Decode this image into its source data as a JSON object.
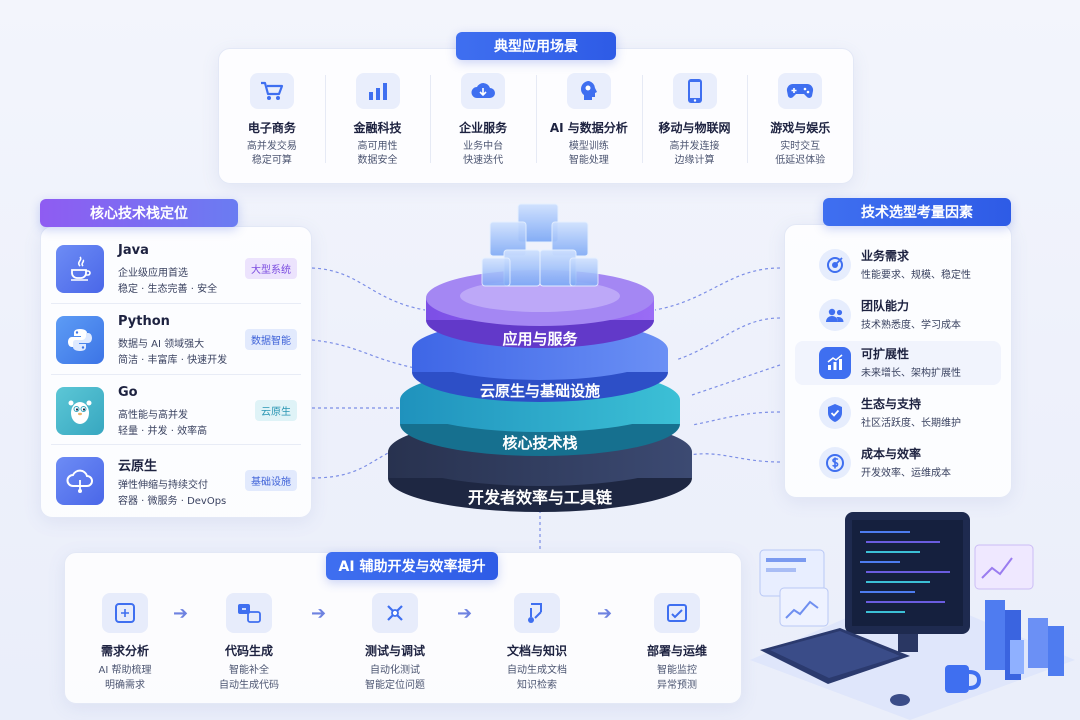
{
  "top": {
    "title": "典型应用场景",
    "items": [
      {
        "icon": "cart-icon",
        "title": "电子商务",
        "lines": [
          "高并发交易",
          "稳定可算"
        ]
      },
      {
        "icon": "bar-chart-icon",
        "title": "金融科技",
        "lines": [
          "高可用性",
          "数据安全"
        ]
      },
      {
        "icon": "cloud-icon",
        "title": "企业服务",
        "lines": [
          "业务中台",
          "快速迭代"
        ]
      },
      {
        "icon": "ai-head-icon",
        "title": "AI 与数据分析",
        "lines": [
          "模型训练",
          "智能处理"
        ]
      },
      {
        "icon": "phone-icon",
        "title": "移动与物联网",
        "lines": [
          "高并发连接",
          "边缘计算"
        ]
      },
      {
        "icon": "gamepad-icon",
        "title": "游戏与娱乐",
        "lines": [
          "实时交互",
          "低延迟体验"
        ]
      }
    ]
  },
  "left": {
    "title": "核心技术栈定位",
    "items": [
      {
        "icon": "java-icon",
        "name": "Java",
        "desc1": "企业级应用首选",
        "desc2": "稳定 · 生态完善 · 安全",
        "tag": "大型系统"
      },
      {
        "icon": "python-icon",
        "name": "Python",
        "desc1": "数据与 AI 领域强大",
        "desc2": "简洁 · 丰富库 · 快速开发",
        "tag": "数据智能"
      },
      {
        "icon": "go-gopher-icon",
        "name": "Go",
        "desc1": "高性能与高并发",
        "desc2": "轻量 · 并发 · 效率高",
        "tag": "云原生"
      },
      {
        "icon": "cloud-native-icon",
        "name": "云原生",
        "desc1": "弹性伸缩与持续交付",
        "desc2": "容器 · 微服务 · DevOps",
        "tag": "基础设施"
      }
    ]
  },
  "right": {
    "title": "技术选型考量因素",
    "items": [
      {
        "icon": "target-icon",
        "title": "业务需求",
        "desc": "性能要求、规模、稳定性"
      },
      {
        "icon": "team-icon",
        "title": "团队能力",
        "desc": "技术熟悉度、学习成本"
      },
      {
        "icon": "growth-chart-icon",
        "title": "可扩展性",
        "desc": "未来增长、架构扩展性"
      },
      {
        "icon": "shield-check-icon",
        "title": "生态与支持",
        "desc": "社区活跃度、长期维护"
      },
      {
        "icon": "cost-icon",
        "title": "成本与效率",
        "desc": "开发效率、运维成本"
      }
    ]
  },
  "center": {
    "layers": [
      "应用与服务",
      "云原生与基础设施",
      "核心技术栈",
      "开发者效率与工具链"
    ]
  },
  "bottom": {
    "title": "AI 辅助开发与效率提升",
    "steps": [
      {
        "icon": "requirement-icon",
        "title": "需求分析",
        "lines": [
          "AI 帮助梳理",
          "明确需求"
        ]
      },
      {
        "icon": "code-gen-icon",
        "title": "代码生成",
        "lines": [
          "智能补全",
          "自动生成代码"
        ]
      },
      {
        "icon": "debug-icon",
        "title": "测试与调试",
        "lines": [
          "自动化测试",
          "智能定位问题"
        ]
      },
      {
        "icon": "docs-icon",
        "title": "文档与知识",
        "lines": [
          "自动生成文档",
          "知识检索"
        ]
      },
      {
        "icon": "deploy-icon",
        "title": "部署与运维",
        "lines": [
          "智能监控",
          "异常预测"
        ]
      }
    ]
  },
  "colors": {
    "accent": "#3f6ff0",
    "violet": "#8f5cf2",
    "layer1": "#8a5cf0",
    "layer2": "#4f7cf0",
    "layer3": "#2aa7c9",
    "layer4": "#2f3d63"
  }
}
